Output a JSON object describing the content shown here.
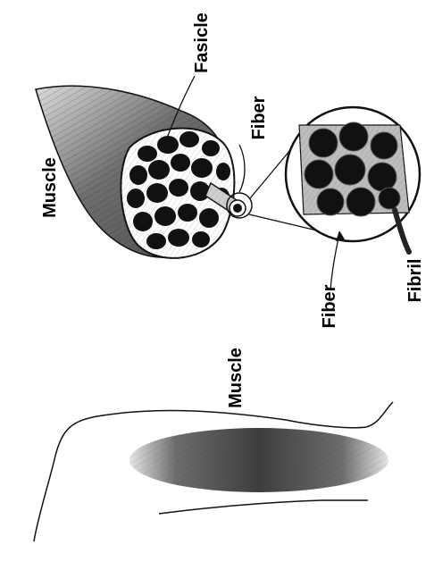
{
  "labels": {
    "muscle_whole": "Muscle",
    "muscle_section": "Muscle",
    "fasicle": "Fasicle",
    "fiber_top": "Fiber",
    "fiber_bottom": "Fiber",
    "fibril": "Fibril"
  },
  "colors": {
    "ink": "#000000",
    "muscle_dark": "#3a3a3a",
    "muscle_mid": "#8a8a8a",
    "tendon_light": "#d8d8d8",
    "background": "#ffffff"
  }
}
